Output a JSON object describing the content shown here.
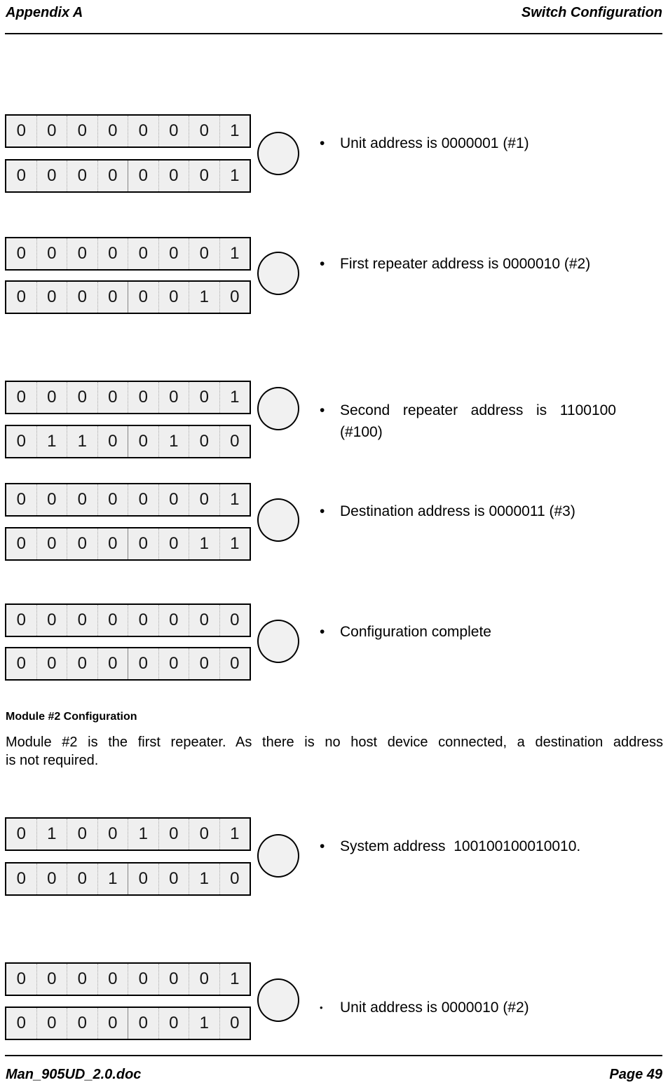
{
  "header": {
    "left": "Appendix A",
    "right": "Switch Configuration"
  },
  "footer": {
    "left": "Man_905UD_2.0.doc",
    "right": "Page 49"
  },
  "section": {
    "heading": "Module #2 Configuration",
    "paragraph_lines": [
      "Module #2 is the first repeater.  As there is no host device connected,  a destination address",
      "is not required."
    ]
  },
  "colors": {
    "cell_fill": "#efefef",
    "circle_fill": "#f1f1f1",
    "border": "#000000",
    "separator": "#a9a9a9"
  },
  "bullet_glyph": "•",
  "switch_blocks": [
    {
      "rows": [
        [
          "0",
          "0",
          "0",
          "0",
          "0",
          "0",
          "0",
          "1"
        ],
        [
          "0",
          "0",
          "0",
          "0",
          "0",
          "0",
          "0",
          "1"
        ]
      ],
      "note_lines": [
        "Unit address is 0000001 (#1)"
      ]
    },
    {
      "rows": [
        [
          "0",
          "0",
          "0",
          "0",
          "0",
          "0",
          "0",
          "1"
        ],
        [
          "0",
          "0",
          "0",
          "0",
          "0",
          "0",
          "1",
          "0"
        ]
      ],
      "note_lines": [
        "First repeater address is 0000010 (#2)"
      ]
    },
    {
      "rows": [
        [
          "0",
          "0",
          "0",
          "0",
          "0",
          "0",
          "0",
          "1"
        ],
        [
          "0",
          "1",
          "1",
          "0",
          "0",
          "1",
          "0",
          "0"
        ]
      ],
      "note_lines": [
        "Second repeater address is 1100100",
        "(#100)"
      ]
    },
    {
      "rows": [
        [
          "0",
          "0",
          "0",
          "0",
          "0",
          "0",
          "0",
          "1"
        ],
        [
          "0",
          "0",
          "0",
          "0",
          "0",
          "0",
          "1",
          "1"
        ]
      ],
      "note_lines": [
        "Destination address is 0000011 (#3)"
      ]
    },
    {
      "rows": [
        [
          "0",
          "0",
          "0",
          "0",
          "0",
          "0",
          "0",
          "0"
        ],
        [
          "0",
          "0",
          "0",
          "0",
          "0",
          "0",
          "0",
          "0"
        ]
      ],
      "note_lines": [
        "Configuration complete"
      ]
    },
    {
      "rows": [
        [
          "0",
          "1",
          "0",
          "0",
          "1",
          "0",
          "0",
          "1"
        ],
        [
          "0",
          "0",
          "0",
          "1",
          "0",
          "0",
          "1",
          "0"
        ]
      ],
      "note_lines": [
        "System address  100100100010010."
      ]
    },
    {
      "rows": [
        [
          "0",
          "0",
          "0",
          "0",
          "0",
          "0",
          "0",
          "1"
        ],
        [
          "0",
          "0",
          "0",
          "0",
          "0",
          "0",
          "1",
          "0"
        ]
      ],
      "note_lines": [
        "Unit address is 0000010 (#2)"
      ]
    }
  ]
}
